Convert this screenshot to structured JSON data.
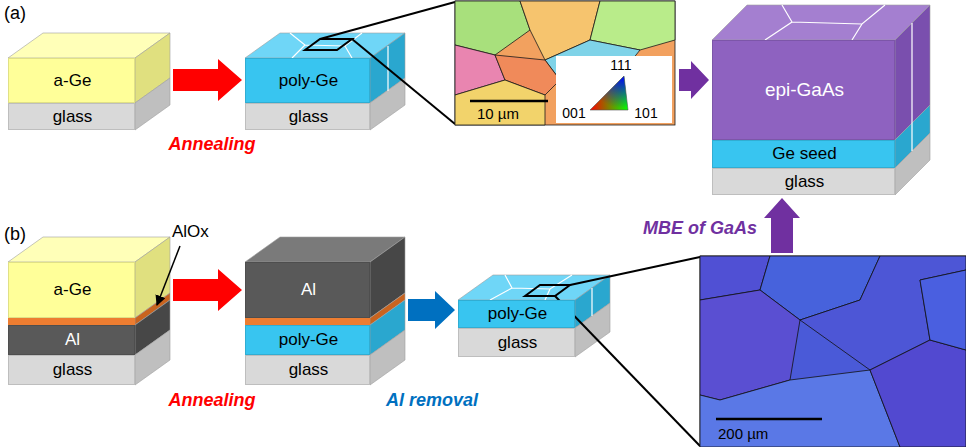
{
  "diagram": {
    "nodes": [
      {
        "text": [
          "a-Ge"
        ]
      },
      {
        "text": [
          "glass"
        ]
      },
      {
        "text": [
          "poly-Ge"
        ]
      },
      {
        "text": [
          "glass"
        ]
      },
      {
        "text": [
          "10 µm"
        ]
      },
      {
        "text": [
          "epi-GaAs"
        ]
      },
      {
        "text": [
          "Ge seed"
        ]
      },
      {
        "text": [
          "glass"
        ]
      },
      {
        "text": [
          "a-Ge"
        ]
      },
      {
        "text": [
          "Al"
        ]
      },
      {
        "text": [
          "glass"
        ]
      },
      {
        "text": [
          "Al"
        ]
      },
      {
        "text": [
          "poly-Ge"
        ]
      },
      {
        "text": [
          "glass"
        ]
      },
      {
        "text": [
          "poly-Ge"
        ]
      },
      {
        "text": [
          "glass"
        ]
      },
      {
        "text": [
          "200 µm"
        ]
      }
    ],
    "edges": [
      {
        "from": 0,
        "to": 2,
        "arrow": "to"
      },
      {
        "from": 4,
        "to": 5,
        "arrow": "to"
      },
      {
        "from": 8,
        "to": 11,
        "arrow": "to"
      },
      {
        "from": 11,
        "to": 14,
        "arrow": "to"
      },
      {
        "from": 16,
        "to": 7,
        "arrow": "to"
      }
    ],
    "labels": [
      "(a)",
      "Annealing",
      "111",
      "001",
      "101",
      "(b)",
      "AlOx",
      "Annealing",
      "Al removal",
      "MBE of GaAs"
    ]
  }
}
